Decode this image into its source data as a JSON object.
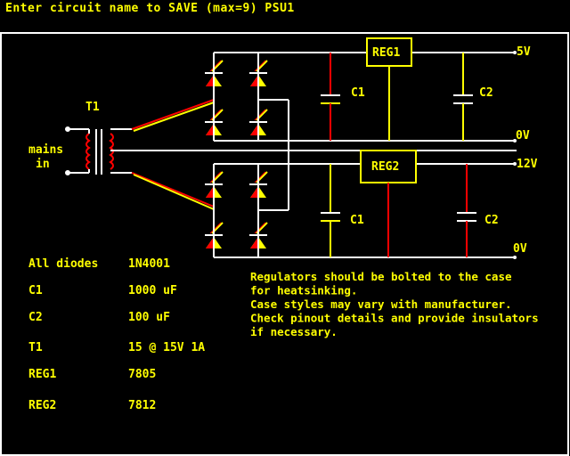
{
  "prompt": "Enter circuit name to SAVE (max=9) PSU1",
  "colors": {
    "background": "#000000",
    "yellow": "#ffff00",
    "red": "#ff0000",
    "white": "#ffffff"
  },
  "labels": {
    "mains": "mains",
    "in": "in",
    "transformer": "T1",
    "reg1": "REG1",
    "reg2": "REG2",
    "c1_top": "C1",
    "c2_top": "C2",
    "c1_bottom": "C1",
    "c2_bottom": "C2",
    "out_5v": "5V",
    "out_0v_top": "0V",
    "out_12v": "12V",
    "out_0v_bottom": "0V"
  },
  "parts": [
    {
      "name": "All diodes",
      "value": "1N4001"
    },
    {
      "name": "C1",
      "value": "1000 uF"
    },
    {
      "name": "C2",
      "value": "100 uF"
    },
    {
      "name": "T1",
      "value": "15 @ 15V 1A"
    },
    {
      "name": "REG1",
      "value": "7805"
    },
    {
      "name": "REG2",
      "value": "7812"
    }
  ],
  "notes": [
    "Regulators should be bolted to the case",
    "for heatsinking.",
    "Case styles may vary with manufacturer.",
    "Check pinout details and provide insulators",
    "if necessary."
  ]
}
